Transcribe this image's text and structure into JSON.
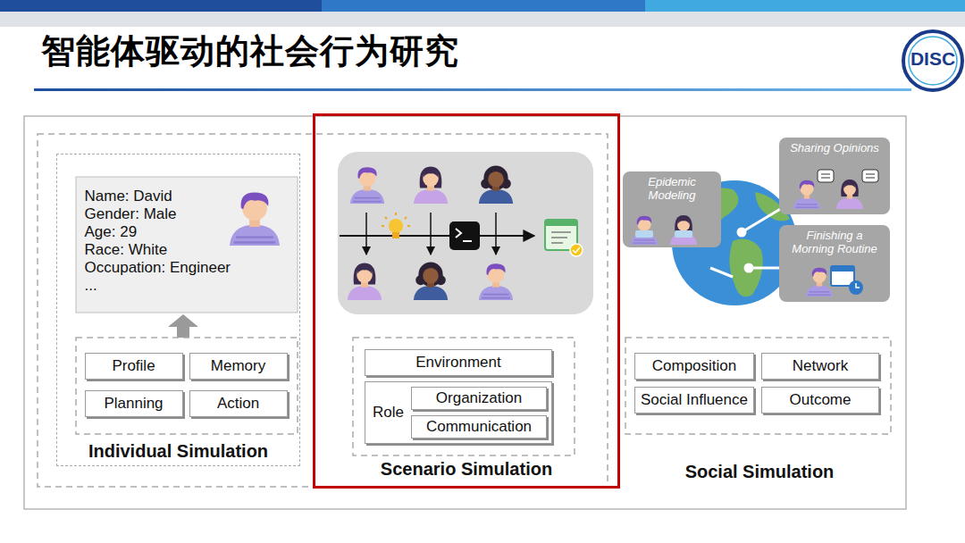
{
  "diagram": {
    "title": "智能体驱动的社会行为研究",
    "nodes": [
      {
        "text": [
          "Individual Simulation"
        ]
      },
      {
        "text": [
          "Name: David",
          "Gender: Male",
          "Age: 29",
          "Race: White",
          "Occupation: Engineer",
          "..."
        ],
        "in": 0
      },
      {
        "text": [
          "Profile"
        ],
        "in": 0
      },
      {
        "text": [
          "Memory"
        ],
        "in": 0
      },
      {
        "text": [
          "Planning"
        ],
        "in": 0
      },
      {
        "text": [
          "Action"
        ],
        "in": 0
      },
      {
        "text": [
          "Scenario Simulation"
        ]
      },
      {
        "text": [
          "Environment"
        ],
        "in": 6
      },
      {
        "text": [
          "Role"
        ],
        "in": 6
      },
      {
        "text": [
          "Organization"
        ],
        "in": 8
      },
      {
        "text": [
          "Communication"
        ],
        "in": 8
      },
      {
        "text": [
          "Social Simulation"
        ]
      },
      {
        "text": [
          "Composition"
        ],
        "in": 11
      },
      {
        "text": [
          "Network"
        ],
        "in": 11
      },
      {
        "text": [
          "Social Influence"
        ],
        "in": 11
      },
      {
        "text": [
          "Outcome"
        ],
        "in": 11
      },
      {
        "text": [
          "Epidemic Modeling"
        ],
        "in": 11
      },
      {
        "text": [
          "Sharing Opinions"
        ],
        "in": 11
      },
      {
        "text": [
          "Finishing a Morning Routine"
        ],
        "in": 11
      }
    ],
    "labels": [
      "DISC"
    ]
  }
}
